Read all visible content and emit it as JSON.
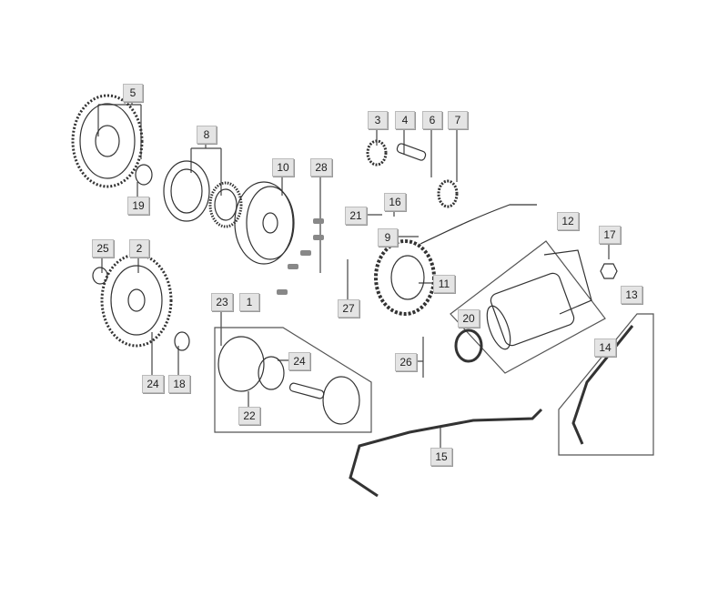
{
  "diagram": {
    "title": "",
    "callouts": [
      "5",
      "8",
      "10",
      "28",
      "3",
      "4",
      "6",
      "7",
      "19",
      "21",
      "16",
      "9",
      "12",
      "17",
      "25",
      "2",
      "11",
      "27",
      "23",
      "1",
      "24",
      "20",
      "13",
      "14",
      "26",
      "24",
      "18",
      "22",
      "15"
    ]
  }
}
